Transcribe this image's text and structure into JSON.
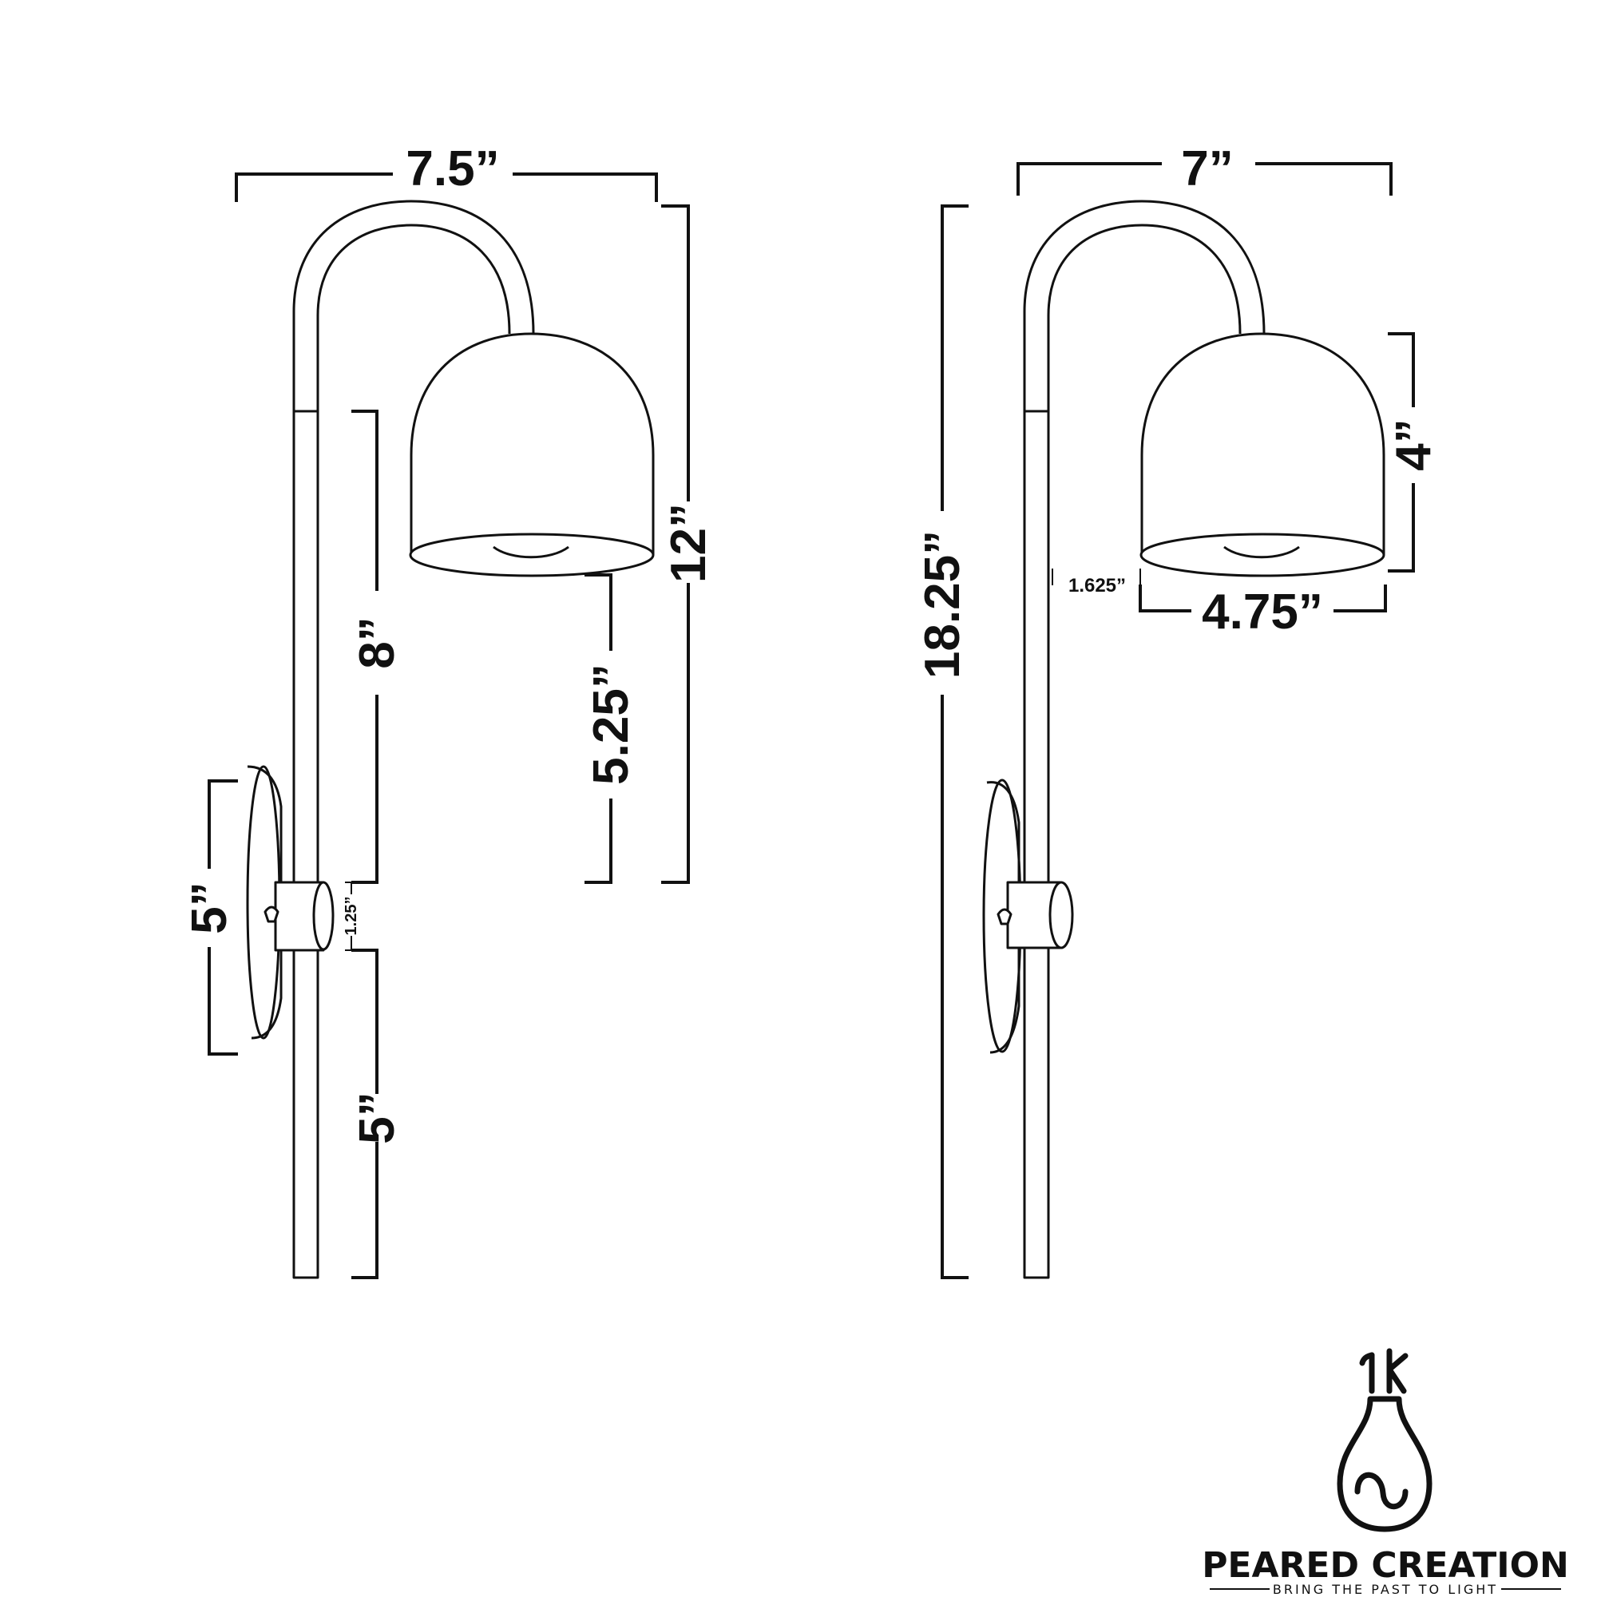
{
  "diagram": {
    "left_view": {
      "overall_width": "7.5”",
      "arm_height": "12”",
      "rod_upper": "8”",
      "shade_drop": "5.25”",
      "backplate_height": "5”",
      "cup_height": "1.25”",
      "rod_lower": "5”"
    },
    "right_view": {
      "overall_width": "7”",
      "overall_height": "18.25”",
      "shade_height": "4”",
      "shade_width": "4.75”",
      "shade_offset": "1.625”"
    }
  },
  "brand": {
    "name": "PEARED CREATION",
    "tagline": "BRING THE PAST TO LIGHT",
    "logo": "pear-bulb-logo"
  },
  "colors": {
    "line": "#111111",
    "background": "#ffffff"
  }
}
